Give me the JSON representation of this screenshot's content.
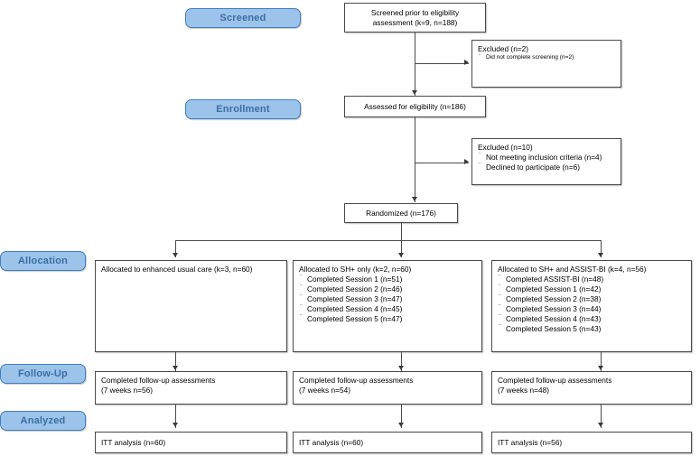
{
  "diagram": {
    "title": "CONSORT participant flow diagram",
    "colors": {
      "pill_fill": "#9cc3e9",
      "pill_border": "#3f7fc1",
      "pill_text": "#3b6ea5",
      "box_border": "#4a4a4a",
      "connector": "#4a4a4a",
      "background": "#ffffff"
    }
  },
  "stages": {
    "screened": "Screened",
    "enrollment": "Enrollment",
    "allocation": "Allocation",
    "followup": "Follow-Up",
    "analyzed": "Analyzed"
  },
  "nodes": {
    "screened_box": {
      "line1": "Screened prior to eligibility",
      "line2": "assessment (k=9, n=188)"
    },
    "excluded_1": {
      "header": "Excluded (n=2)",
      "items": [
        "Did not complete screening (n=2)"
      ]
    },
    "assessed_box": {
      "line1": "Assessed for eligibility (n=186)"
    },
    "excluded_2": {
      "header": "Excluded (n=10)",
      "items": [
        "Not meeting inclusion criteria (n=4)",
        "Declined to participate (n=6)"
      ]
    },
    "randomized_box": {
      "line1": "Randomized (n=176)"
    }
  },
  "arms": [
    {
      "id": "eau",
      "allocation": {
        "header": "Allocated to enhanced usual care (k=3, n=60)",
        "items": []
      },
      "followup": {
        "line1": "Completed follow-up assessments",
        "line2": "(7 weeks n=56)"
      },
      "analysis": {
        "line1": "ITT analysis (n=60)"
      }
    },
    {
      "id": "shplus",
      "allocation": {
        "header": "Allocated to SH+ only (k=2, n=60)",
        "items": [
          "Completed Session 1 (n=51)",
          "Completed Session 2 (n=46)",
          "Completed Session 3 (n=47)",
          "Completed Session 4 (n=45)",
          "Completed Session 5 (n=47)"
        ]
      },
      "followup": {
        "line1": "Completed follow-up assessments",
        "line2": "(7 weeks n=54)"
      },
      "analysis": {
        "line1": "ITT analysis (n=60)"
      }
    },
    {
      "id": "shplus-assist",
      "allocation": {
        "header": "Allocated to SH+ and ASSIST-BI (k=4, n=56)",
        "items": [
          "Completed ASSIST-BI  (n=48)",
          "Completed Session 1 (n=42)",
          "Completed Session 2 (n=38)",
          "Completed Session 3 (n=44)",
          "Completed Session 4 (n=43)",
          "Completed Session 5 (n=43)"
        ]
      },
      "followup": {
        "line1": "Completed follow-up assessments",
        "line2": "(7 weeks n=48)"
      },
      "analysis": {
        "line1": "ITT analysis (n=56)"
      }
    }
  ]
}
